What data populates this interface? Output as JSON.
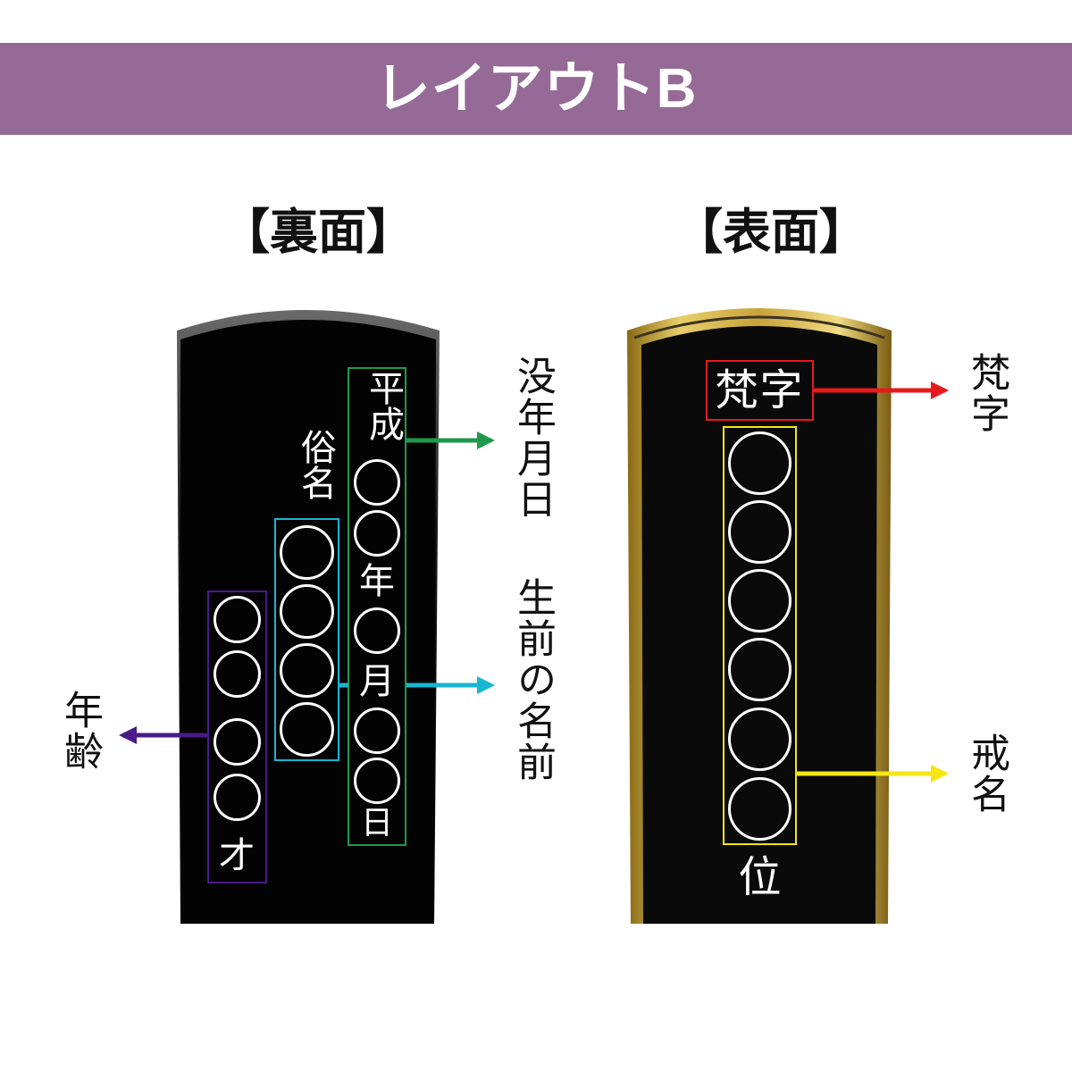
{
  "header": {
    "title": "レイアウトB"
  },
  "back": {
    "heading": "【裏面】",
    "year_label": "平成",
    "year_char": "年",
    "month_char": "月",
    "day_char": "日",
    "zokumyo_label": "俗名",
    "sai_char": "才",
    "annotations": {
      "death_date": "没年月日",
      "living_name": "生前の名前",
      "age": "年齢"
    },
    "colors": {
      "death_date": "#1e9a4a",
      "living_name": "#19b5d1",
      "age": "#4a1a8a"
    }
  },
  "front": {
    "heading": "【表面】",
    "bonji": "梵字",
    "i_char": "位",
    "annotations": {
      "bonji": "梵字",
      "kaimyo": "戒名"
    },
    "colors": {
      "bonji": "#e8191d",
      "kaimyo": "#f5e713"
    }
  },
  "icons": {
    "placeholder": "circle-placeholder-icon",
    "arrow": "arrow-icon"
  }
}
